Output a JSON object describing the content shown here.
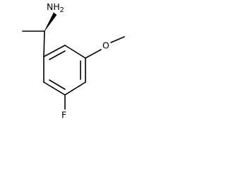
{
  "molecule": {
    "atoms": {
      "amine": "NH2",
      "methoxy_oxygen": "O",
      "fluorine": "F"
    },
    "stereo": "wedge",
    "colors": {
      "bond": "#000000",
      "label": "#000000",
      "background": "#ffffff"
    }
  }
}
